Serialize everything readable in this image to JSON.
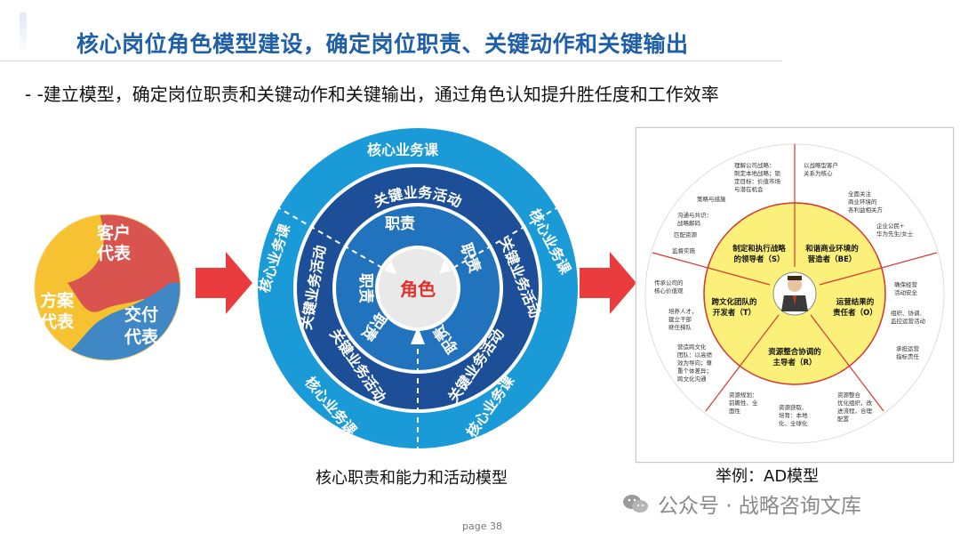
{
  "header": {
    "title": "核心岗位角色模型建设，确定岗位职责、关键动作和关键输出",
    "subtitle": "- -建立模型，确定岗位职责和关键动作和关键输出，通过角色认知提升胜任度和工作效率"
  },
  "yin_yang": {
    "customer": [
      "客户",
      "代表"
    ],
    "solution": [
      "方案",
      "代表"
    ],
    "delivery": [
      "交付",
      "代表"
    ]
  },
  "role_circle": {
    "center": "角色",
    "duty": "职责",
    "activity": "关键业务活动",
    "course": "核心业务课",
    "caption": "核心职责和能力和活动模型"
  },
  "ad_model": {
    "caption": "举例：AD模型",
    "quadrants": {
      "leader": [
        "制定和执行战略",
        "的领导者（S）"
      ],
      "builder": [
        "和谐商业环境的",
        "营造者（BE）"
      ],
      "developer": [
        "跨文化团队的",
        "开发者（T）"
      ],
      "owner": [
        "运营结果的",
        "责任者（O）"
      ],
      "integrator": [
        "资源整合协调的",
        "主导者（R）"
      ]
    },
    "notes": {
      "n1": [
        "理解公司战略：",
        "制定本地战略；锁",
        "定目标：价值市场",
        "与潜在机会"
      ],
      "n2": [
        "以战略型客户",
        "关系为核心"
      ],
      "n3": [
        "策略与措施"
      ],
      "n4": [
        "全面关注",
        "商业环境的",
        "各利益相关方"
      ],
      "n5": [
        "沟通与共识：",
        "战略解码"
      ],
      "n6": [
        "企业公民+",
        "华为先生/女士"
      ],
      "n7": [
        "匹配资源"
      ],
      "n8": [
        "监督实施"
      ],
      "n9": [
        "确保经营",
        "活动安全"
      ],
      "n10": [
        "传承公司的",
        "核心价值观"
      ],
      "n11": [
        "培养人才，",
        "建立干部",
        "继任梯队"
      ],
      "n12": [
        "组织、协调、",
        "监控运营活动"
      ],
      "n13": [
        "营造跨文化",
        "团队：以高绩",
        "效为导向；尊",
        "重个体差异；",
        "跨文化沟通"
      ],
      "n14": [
        "承担运营",
        "指标责任"
      ],
      "n15": [
        "资源规划：",
        "前瞻性、全",
        "面性"
      ],
      "n16": [
        "资源获取、",
        "培育：本地",
        "化、全球化"
      ],
      "n17": [
        "资源整合",
        "优化组织，改",
        "进流程，合理",
        "配置"
      ]
    }
  },
  "footer": {
    "watermark": "公众号 · 战略咨询文库",
    "page": "page 38"
  },
  "colors": {
    "title_blue": "#1f5fa8",
    "ring_outer": "#1a9ad6",
    "ring_mid": "#1d4f99",
    "ring_inner": "#2273bd",
    "arrow_red": "#ea3b3e",
    "ad_yellow": "#fbf17a",
    "ad_red_line": "#d9362f"
  }
}
